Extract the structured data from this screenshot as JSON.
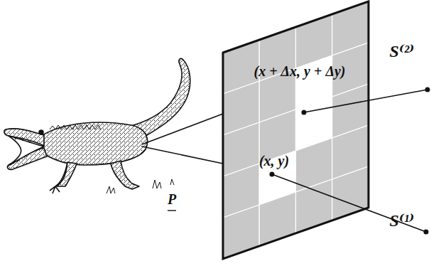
{
  "diagram": {
    "labels": [
      "(x + Δx, y + Δy)",
      "(x, y)",
      "P",
      "S⁽²⁾",
      "S⁽¹⁾"
    ]
  }
}
